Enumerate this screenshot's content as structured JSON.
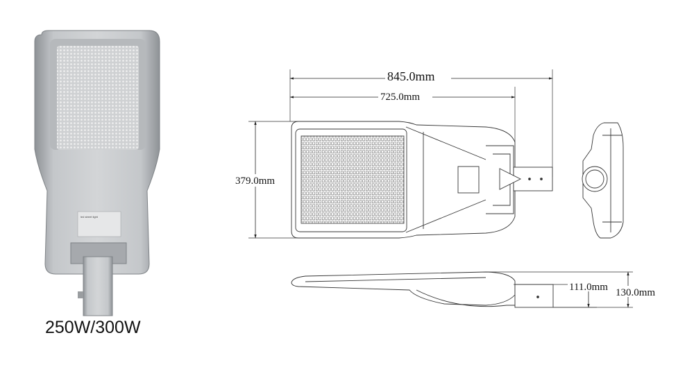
{
  "product": {
    "caption": "250W/300W",
    "label_text": "led street light"
  },
  "dimensions": {
    "overall_length": "845.0mm",
    "body_length": "725.0mm",
    "width": "379.0mm",
    "height_body": "111.0mm",
    "height_overall": "130.0mm"
  },
  "colors": {
    "housing": "#b9bcbf",
    "housing_dark": "#8d9094",
    "led_panel": "#d9dadb",
    "line": "#333333"
  }
}
